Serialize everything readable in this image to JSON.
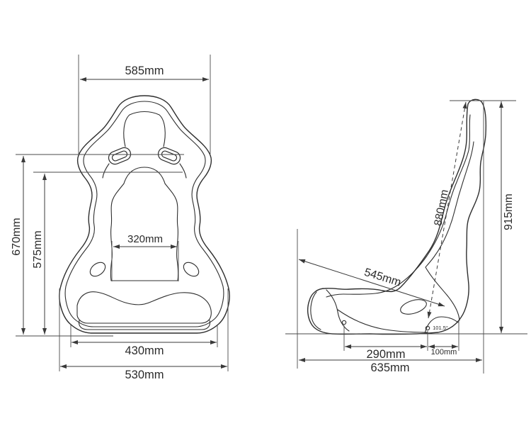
{
  "diagram": {
    "title": "bucket-seat-dimension-drawing",
    "front_view": {
      "width_top": "585mm",
      "height_overall": "670mm",
      "height_backrest": "575mm",
      "width_inner_seat": "320mm",
      "width_base": "430mm",
      "width_overall": "530mm"
    },
    "side_view": {
      "length_backrest": "880mm",
      "height_overall": "915mm",
      "depth_seat_diagonal": "545mm",
      "mount_hole_spacing": "290mm",
      "mount_hole_to_rear": "100mm",
      "length_overall": "635mm",
      "backrest_angle": "101.5°"
    },
    "line_color": "#2e2e2e",
    "dimension_line_color": "#3a3a3a",
    "background_color": "#ffffff"
  }
}
